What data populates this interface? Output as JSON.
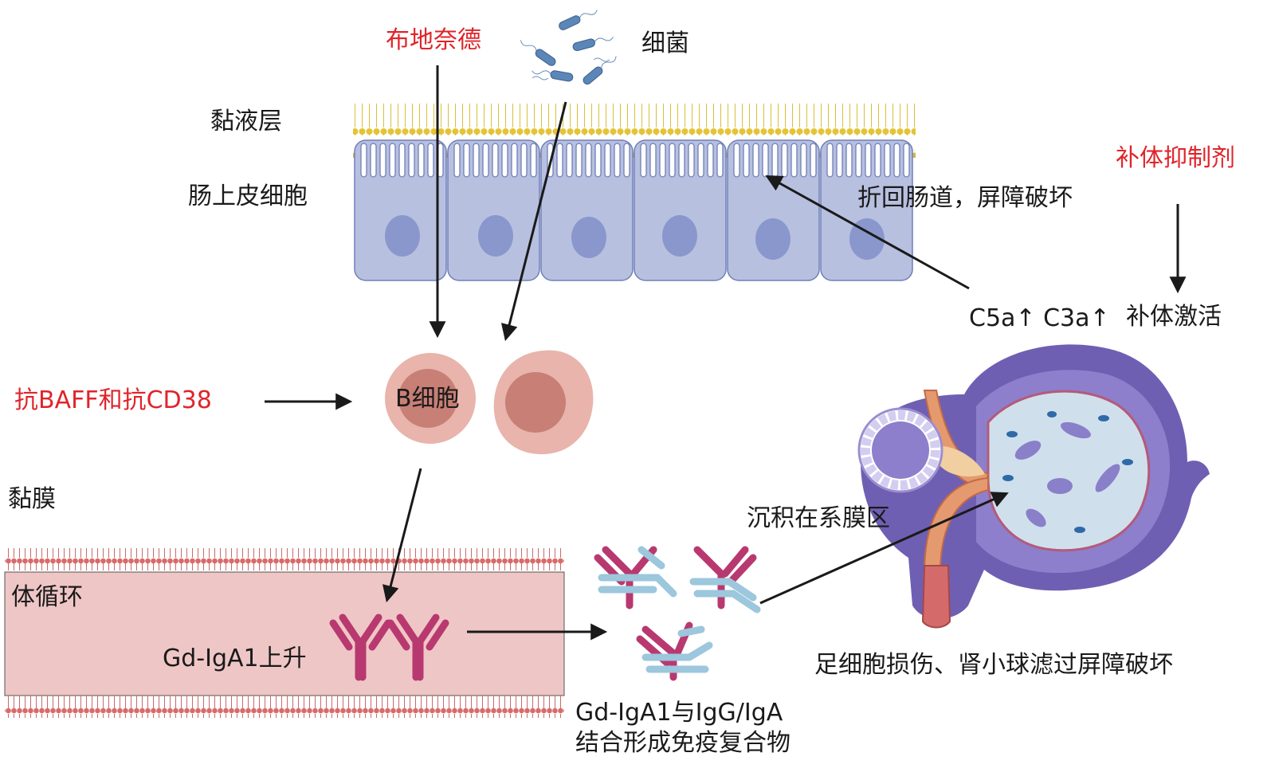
{
  "labels": {
    "budesonide": "布地奈德",
    "bacteria": "细菌",
    "mucus_layer": "黏液层",
    "epithelial_cells": "肠上皮细胞",
    "complement_inhibitor": "补体抑制剂",
    "barrier_damage": "折回肠道，屏障破坏",
    "c5a_c3a": "C5a↑ C3a↑",
    "complement_activation": "补体激活",
    "anti_baff_cd38": "抗BAFF和抗CD38",
    "b_cell": "B细胞",
    "mucosa": "黏膜",
    "mesangial_deposition": "沉积在系膜区",
    "systemic_circulation": "体循环",
    "gd_iga1_up": "Gd-IgA1上升",
    "podocyte_damage": "足细胞损伤、肾小球滤过屏障破坏",
    "immune_complex_line1": "Gd-IgA1与IgG/IgA",
    "immune_complex_line2": "结合形成免疫复合物"
  },
  "colors": {
    "treatment_red": "#e0242a",
    "epithelium": "#b8c0e0",
    "nucleus": "#8a97cc",
    "mucus": "#e8cc3a",
    "b_cell": "#e8b4ac",
    "vessel": "#efc6c6",
    "antibody_iga": "#b8396f",
    "antibody_igg": "#9cc7dc",
    "kidney": "#6f5fb2"
  }
}
